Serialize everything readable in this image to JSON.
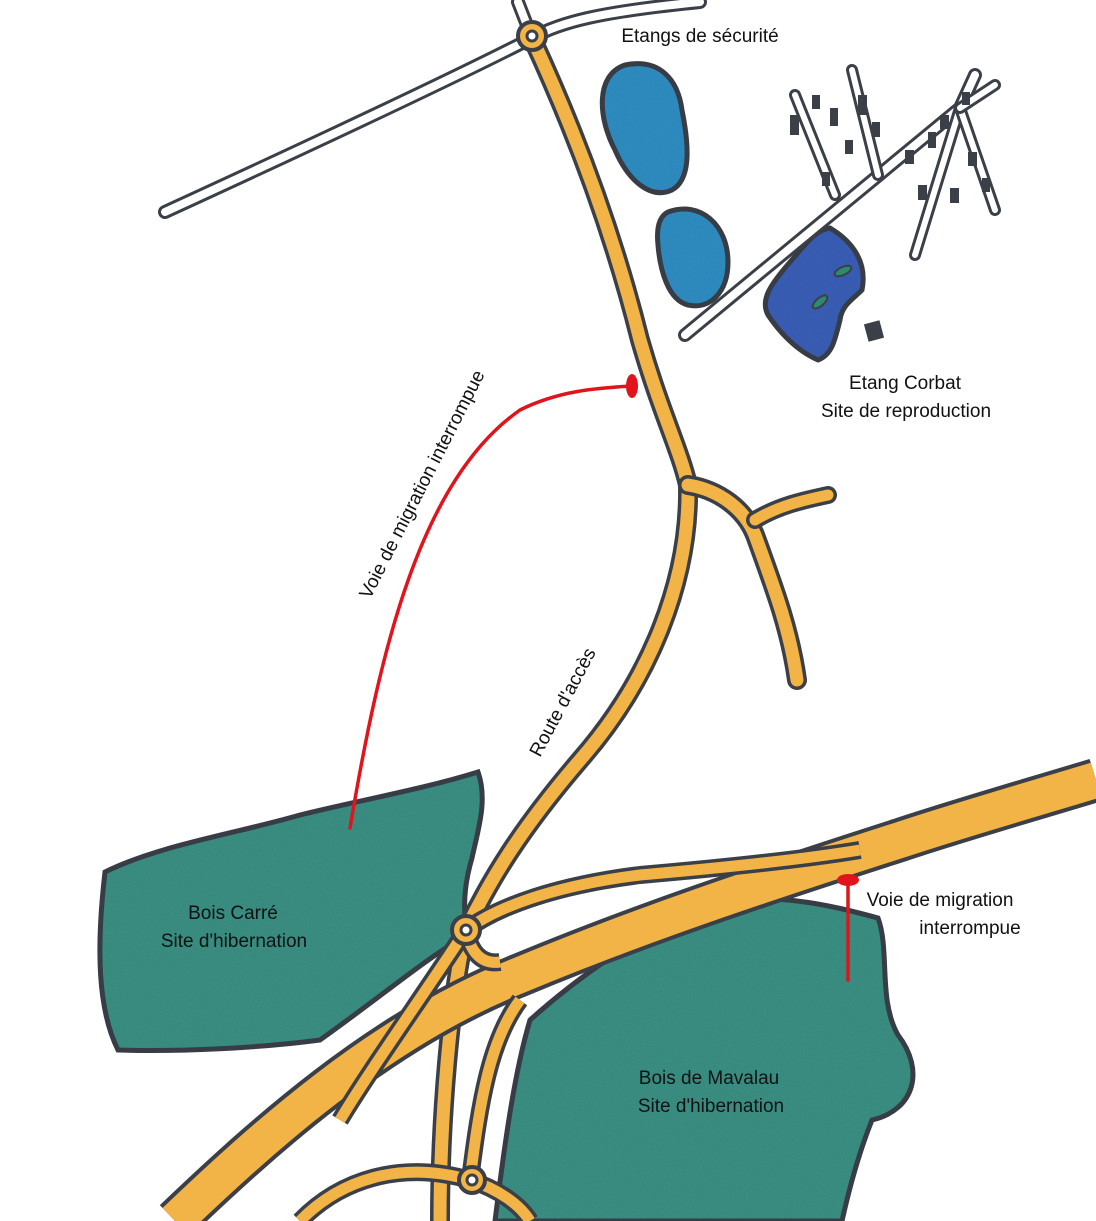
{
  "labels": {
    "safety_ponds": "Etangs de sécurité",
    "corbat_pond_name": "Etang Corbat",
    "corbat_pond_role": "Site de reproduction",
    "migration_left": "Voie de migration interrompue",
    "access_road": "Route d'accès",
    "migration_right_line1": "Voie de migration",
    "migration_right_line2": "interrompue",
    "bois_carre_name": "Bois Carré",
    "bois_carre_role": "Site d'hibernation",
    "mavalau_name": "Bois de Mavalau",
    "mavalau_role": "Site d'hibernation"
  },
  "colors": {
    "forest": "#3b9184",
    "pond": "#2f8fc4",
    "breeding_pond": "#3a5fb8",
    "road": "#f2b347",
    "outline": "#3a3f48",
    "migration": "#e0141c"
  },
  "icons": {
    "roundabout_top": "roundabout-icon",
    "roundabout_bottom": "roundabout-icon",
    "migration_end_marker": "ellipse-marker-icon"
  }
}
